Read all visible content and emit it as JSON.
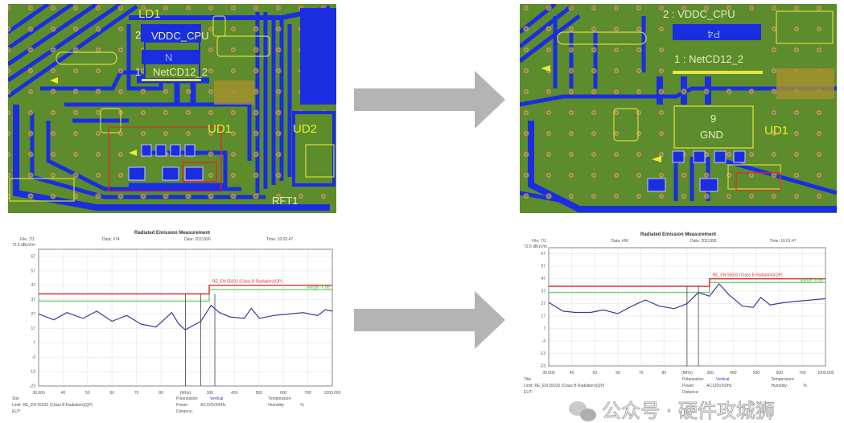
{
  "before_pcb": {
    "labels": {
      "ld1": "LD1",
      "pin2": "2",
      "vddc": "VDDC_CPU",
      "n": "N",
      "pin1": "1",
      "netcd": "NetCD12_2",
      "ud1": "UD1",
      "ud2": "UD2",
      "rft1": "RFT1"
    }
  },
  "after_pcb": {
    "labels": {
      "vddc": "2 : VDDC_CPU",
      "p4": "P4",
      "netcd": "1 : NetCD12_2",
      "pin9": "9",
      "gnd": "GND",
      "ud1": "UD1"
    }
  },
  "charts": [
    {
      "title": "Radiated Emission Measurement",
      "header": {
        "file": "File: 7/1",
        "data": "Data: #74",
        "date": "Date: 2021/8/6",
        "time": "Time: 10:02:47"
      },
      "unit": "72.5  dBuV/m",
      "yticks": [
        "67",
        "57",
        "47",
        "37",
        "27",
        "17",
        "7",
        "-3",
        "-13",
        "-23"
      ],
      "xticks": [
        "30.000",
        "40",
        "50",
        "60",
        "70",
        "80",
        "(MHz)",
        "300",
        "400",
        "500",
        "600",
        "700",
        "1000.000"
      ],
      "limit_label": "RE_EN 55032 (Class B Radiation)(QP)",
      "margin_label": "Margin -6 dB",
      "ylim": [
        -23,
        72
      ],
      "xlim": [
        30,
        1000
      ],
      "limit": [
        [
          30,
          41
        ],
        [
          230,
          41
        ],
        [
          230,
          47
        ],
        [
          1000,
          47
        ]
      ],
      "margin": [
        [
          30,
          36
        ],
        [
          230,
          36
        ],
        [
          230,
          44
        ],
        [
          1000,
          44
        ]
      ],
      "trace": [
        [
          30,
          27
        ],
        [
          36,
          23
        ],
        [
          42,
          28
        ],
        [
          51,
          24
        ],
        [
          60,
          29
        ],
        [
          72,
          22
        ],
        [
          86,
          26
        ],
        [
          102,
          20
        ],
        [
          122,
          18
        ],
        [
          147,
          28
        ],
        [
          160,
          20
        ],
        [
          173,
          16
        ],
        [
          208,
          22
        ],
        [
          235,
          33
        ],
        [
          260,
          28
        ],
        [
          295,
          25
        ],
        [
          350,
          24
        ],
        [
          380,
          31
        ],
        [
          419,
          24
        ],
        [
          496,
          26
        ],
        [
          595,
          27
        ],
        [
          704,
          28
        ],
        [
          840,
          26
        ],
        [
          920,
          30
        ],
        [
          1000,
          29
        ]
      ],
      "markers": [
        173,
        208,
        246
      ],
      "footer": {
        "site": "Site",
        "limit": "Limit: RE_EN 55032 (Class B Radiation)(QP)",
        "eut": "EUT:",
        "polarization": "Polarization:",
        "polarization_value": "Vertical",
        "power": "Power:",
        "power_value": "AC120V/60Hz",
        "distance": "Distance:",
        "temperature": "Temperature:",
        "humidity": "Humidity:",
        "humidity_unit": "%"
      }
    },
    {
      "title": "Radiated Emission Measurement",
      "header": {
        "file": "File: 7/1",
        "data": "Data: #96",
        "date": "Date: 2021/8/6",
        "time": "Time: 16:01:47"
      },
      "unit": "72.5  dBuV/m",
      "yticks": [
        "67",
        "57",
        "47",
        "37",
        "27",
        "17",
        "7",
        "-3",
        "-13",
        "-23"
      ],
      "xticks": [
        "30.000",
        "40",
        "50",
        "60",
        "70",
        "80",
        "(MHz)",
        "300",
        "400",
        "500",
        "600",
        "700",
        "1000.000"
      ],
      "limit_label": "RE_EN 55032 (Class B Radiation)(QP)",
      "margin_label": "Margin -6 dB",
      "ylim": [
        -23,
        72
      ],
      "xlim": [
        30,
        1000
      ],
      "limit": [
        [
          30,
          41
        ],
        [
          230,
          41
        ],
        [
          230,
          47
        ],
        [
          1000,
          47
        ]
      ],
      "margin": [
        [
          30,
          36
        ],
        [
          230,
          36
        ],
        [
          230,
          44
        ],
        [
          1000,
          44
        ]
      ],
      "trace": [
        [
          30,
          28
        ],
        [
          36,
          21
        ],
        [
          42,
          20
        ],
        [
          51,
          20
        ],
        [
          60,
          22
        ],
        [
          72,
          19
        ],
        [
          86,
          25
        ],
        [
          102,
          30
        ],
        [
          122,
          25
        ],
        [
          147,
          23
        ],
        [
          173,
          27
        ],
        [
          200,
          36
        ],
        [
          230,
          33
        ],
        [
          260,
          43
        ],
        [
          295,
          34
        ],
        [
          350,
          25
        ],
        [
          400,
          24
        ],
        [
          440,
          32
        ],
        [
          496,
          26
        ],
        [
          595,
          28
        ],
        [
          704,
          29
        ],
        [
          840,
          30
        ],
        [
          1000,
          31
        ]
      ],
      "markers": [
        173,
        200
      ],
      "footer": {
        "site": "Title",
        "limit": "Limit: RE_EN 55032 (Class B Radiation)(QP)",
        "eut": "EUT:",
        "polarization": "Polarization:",
        "polarization_value": "Vertical",
        "power": "Power:",
        "power_value": "AC120V/60Hz",
        "distance": "Distance:",
        "temperature": "Temperature:",
        "humidity": "Humidity:",
        "humidity_unit": "%"
      }
    }
  ],
  "watermark": "公众号 · 硬件攻城狮",
  "colors": {
    "board": "#5c8c2c",
    "trace": "#1a2ee0",
    "silk": "#e6e640",
    "limit": "#e03030",
    "margin": "#40c040",
    "curve": "#3a3aa0",
    "arrow": "#b4b4b4"
  }
}
